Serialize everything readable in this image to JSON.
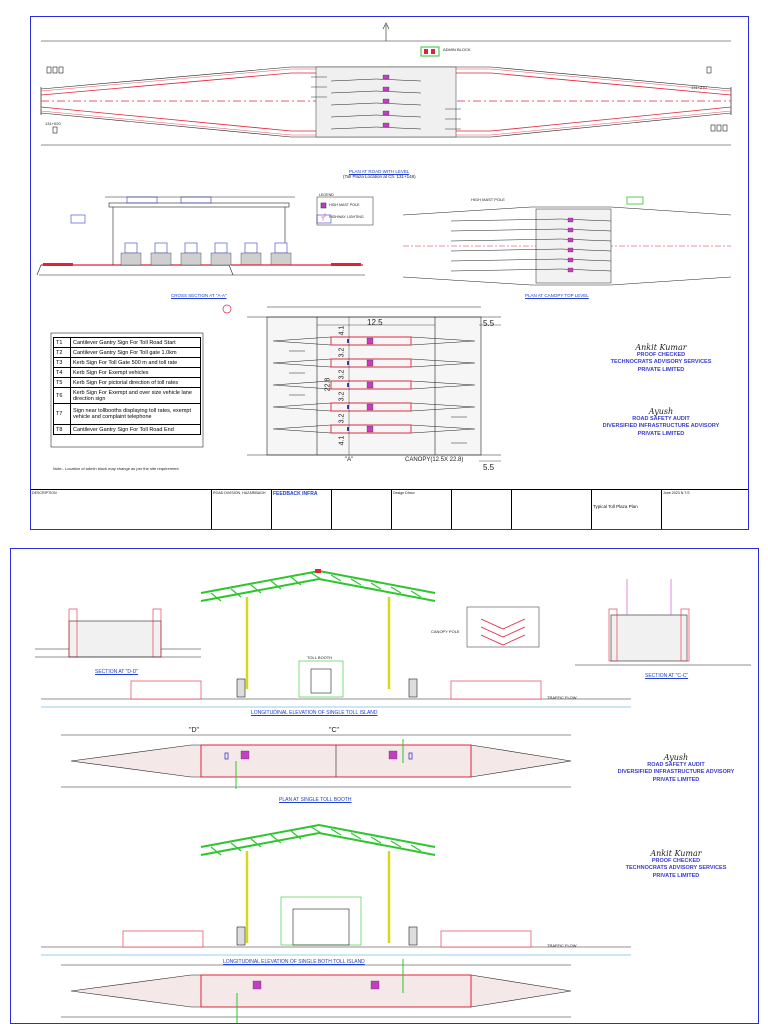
{
  "sheet1": {
    "chainage_left": "131+020",
    "chainage_right": "131+270",
    "plan_title": "PLAN AT ROAD WITH LEVEL",
    "plan_subtitle": "(Toll Plaza Location at Ch. 131+148)",
    "cross_section_title": "CROSS SECTION AT \"A-A\"",
    "canopy_plan_title": "PLAN AT CANOPY TOP LEVEL",
    "admin_block": "ADMIN BLOCK",
    "high_mast_pole": "HIGH MAST POLE",
    "legend_title": "LEGEND",
    "legend_items": [
      "HIGH MAST POLE",
      "HIGHWAY LIGHTING"
    ],
    "dim_12_5": "12.5",
    "dim_5_5_top": "5.5",
    "dim_5_5_bottom": "5.5",
    "lane_dims": [
      "4.1",
      "3.2",
      "3.2",
      "3.2",
      "3.2",
      "4.1"
    ],
    "dim_22_8": "22.8",
    "section_marker": "\"A\"",
    "canopy_label": "CANOPY(12.5X 22.8)",
    "sign_table": [
      {
        "code": "T1",
        "text": "Cantilever Gantry Sign For Toll Road Start"
      },
      {
        "code": "T2",
        "text": "Cantilever Gantry Sign For Toll gate 1.0km"
      },
      {
        "code": "T3",
        "text": "Kerb Sign For Toll Gate 500 m and toll rate"
      },
      {
        "code": "T4",
        "text": "Kerb Sign For Exempt vehicles"
      },
      {
        "code": "T5",
        "text": "Kerb Sign For pictorial direction of toll rates"
      },
      {
        "code": "T6",
        "text": "Kerb Sign For Exempt and over size vehicle lane direction sign"
      },
      {
        "code": "T7",
        "text": "Sign near tollbooths displaying toll rates, exempt vehicle and complaint telephone"
      },
      {
        "code": "T8",
        "text": "Cantilever Gantry Sign For Toll Road End"
      }
    ],
    "note": "Note:- Location of admin block may change as per the site requirement",
    "proof": {
      "signature": "Ankit Kumar",
      "role": "PROOF CHECKED",
      "org_line1": "TECHNOCRATS ADVISORY SERVICES",
      "org_line2": "PRIVATE LIMITED"
    },
    "audit": {
      "signature": "Ayush",
      "role": "ROAD SAFETY AUDIT",
      "org_line1": "DIVERSIFIED INFRASTRUCTURE ADVISORY",
      "org_line2": "PRIVATE LIMITED"
    },
    "title_block": {
      "dept": "ROAD DIVISION, HAZARIBAGH",
      "description": "DESCRIPTION",
      "logo": "FEEDBACK INFRA",
      "designer": "Design Dhruv",
      "drawing_title": "Typical Toll Plaza Plan",
      "date_label": "June 2023",
      "scale_label": "N.T.S"
    }
  },
  "sheet2": {
    "section_d": "SECTION AT \"D-D\"",
    "section_c": "SECTION AT \"C-C\"",
    "elevation1_title": "LONGITUDINAL ELEVATION OF SINGLE TOLL ISLAND",
    "plan_booth_title": "PLAN AT SINGLE TOLL BOOTH",
    "elevation2_title": "LONGITUDINAL ELEVATION OF SINGLE BOTH TOLL ISLAND",
    "toll_booth": "TOLL BOOTH",
    "traffic_flow": "TRAFFIC FLOW",
    "canopy_pole": "CANOPY POLE",
    "marker_d": "\"D\"",
    "marker_c": "\"C\"",
    "proof": {
      "signature": "Ankit Kumar",
      "role": "PROOF CHECKED",
      "org_line1": "TECHNOCRATS ADVISORY SERVICES",
      "org_line2": "PRIVATE LIMITED"
    },
    "audit": {
      "signature": "Ayush",
      "role": "ROAD SAFETY AUDIT",
      "org_line1": "DIVERSIFIED INFRASTRUCTURE ADVISORY",
      "org_line2": "PRIVATE LIMITED"
    }
  },
  "colors": {
    "border_blue": "#2b2bd8",
    "road_red": "#e0233a",
    "canopy_green": "#2ec52e",
    "pole_yellow": "#d8d81a",
    "signature_blue": "#3a3ad0",
    "hatch_red": "#d83030"
  }
}
